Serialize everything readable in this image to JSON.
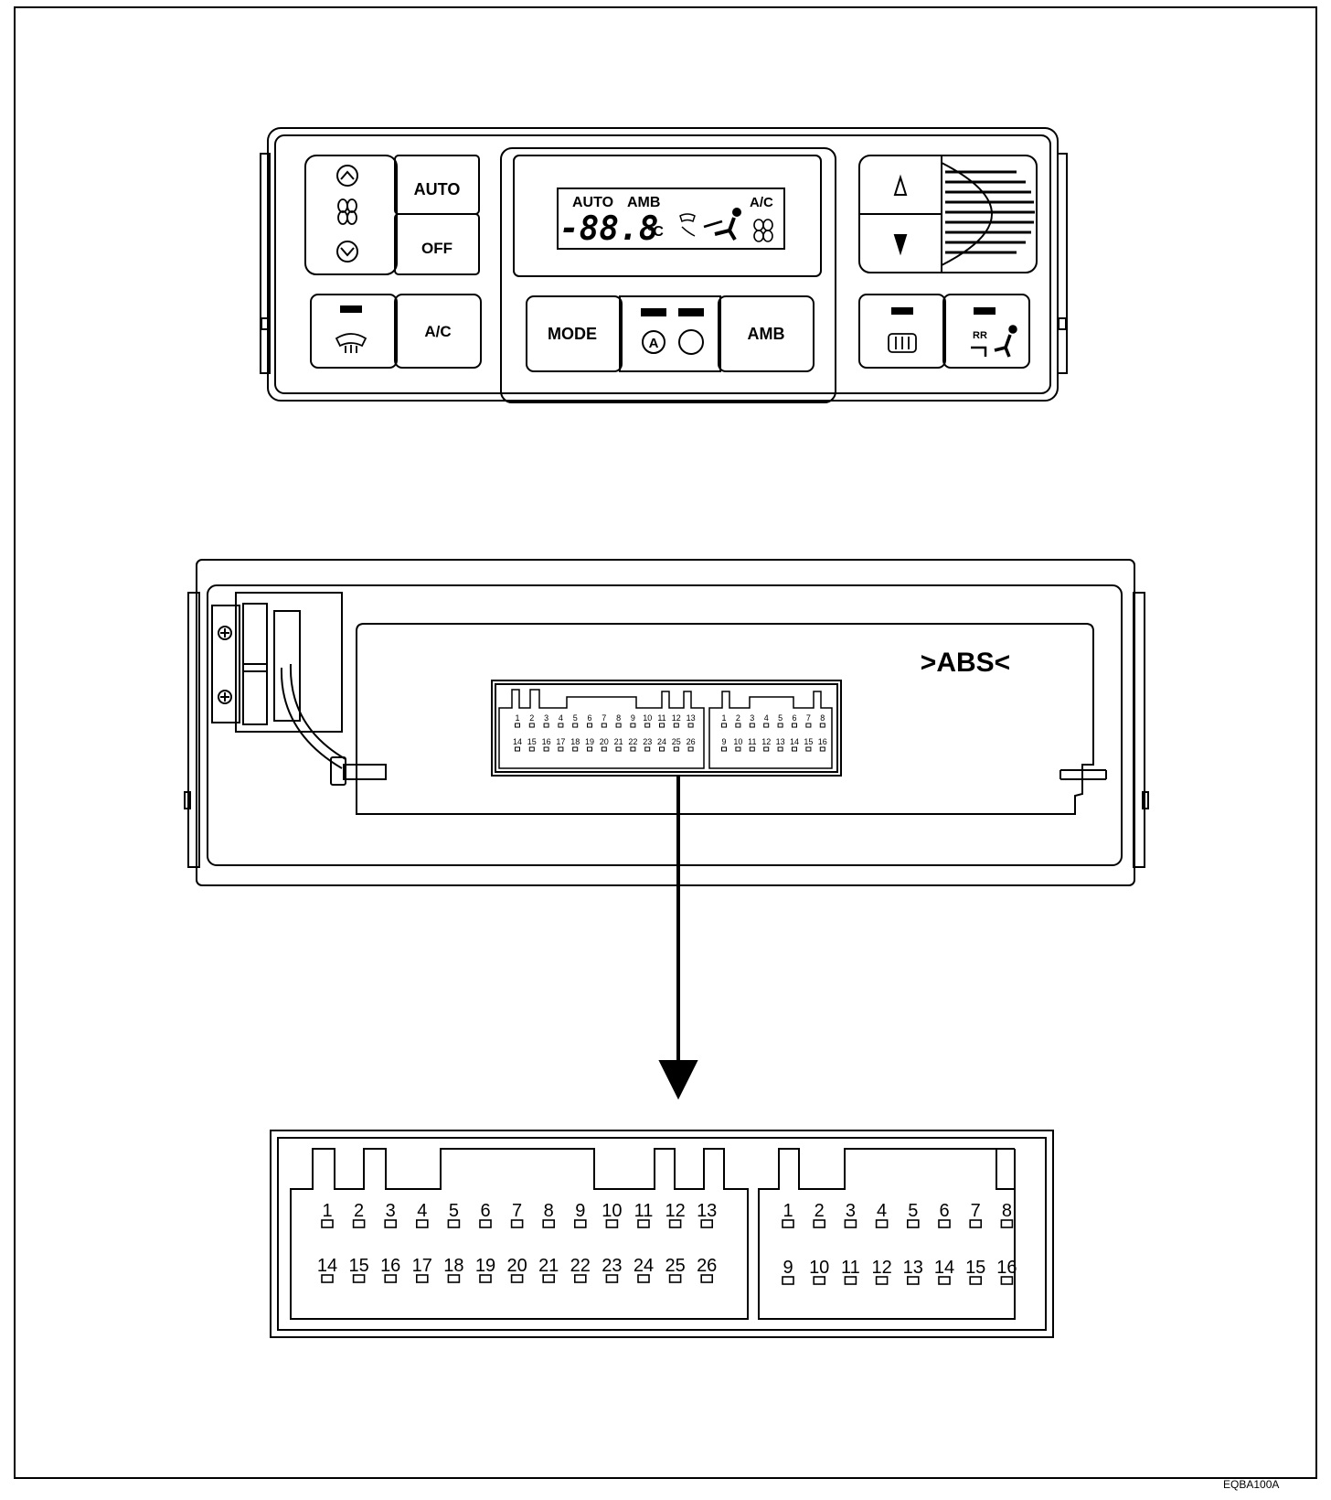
{
  "figure_code": "EQBA100A",
  "front_panel": {
    "buttons": {
      "auto": "AUTO",
      "off": "OFF",
      "ac": "A/C",
      "mode": "MODE",
      "amb": "AMB",
      "a_circle": "A",
      "rr": "RR"
    },
    "display": {
      "auto": "AUTO",
      "amb": "AMB",
      "ac": "A/C",
      "digits": "-88.8",
      "unit": "°C"
    }
  },
  "rear_panel": {
    "badge": ">ABS<"
  },
  "connector": {
    "left_top": [
      "1",
      "2",
      "3",
      "4",
      "5",
      "6",
      "7",
      "8",
      "9",
      "10",
      "11",
      "12",
      "13"
    ],
    "left_bottom": [
      "14",
      "15",
      "16",
      "17",
      "18",
      "19",
      "20",
      "21",
      "22",
      "23",
      "24",
      "25",
      "26"
    ],
    "right_top": [
      "1",
      "2",
      "3",
      "4",
      "5",
      "6",
      "7",
      "8"
    ],
    "right_bottom": [
      "9",
      "10",
      "11",
      "12",
      "13",
      "14",
      "15",
      "16"
    ]
  },
  "colors": {
    "line": "#000000",
    "panel": "#ffffff"
  },
  "icons": [
    "fan-icon",
    "chevron-up-icon",
    "chevron-down-icon",
    "windshield-defrost-icon",
    "rear-defrost-icon",
    "seated-person-icon",
    "triangle-up-icon",
    "triangle-down-icon",
    "circle-icon"
  ]
}
